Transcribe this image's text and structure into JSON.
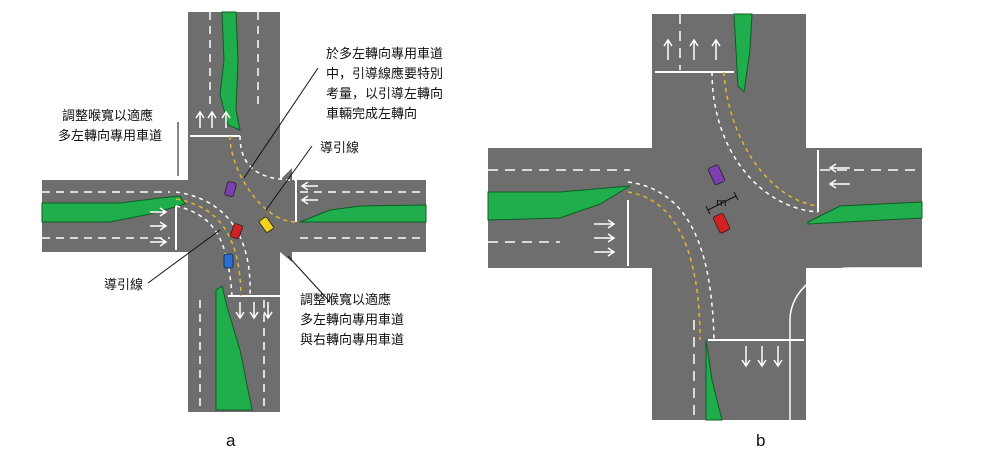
{
  "diagram_a": {
    "caption": "a",
    "label_top_right": [
      "於多左轉向專用車道",
      "中，引導線應要特別",
      "考量，以引導左轉向",
      "車輛完成左轉向"
    ],
    "label_left_top": [
      "調整喉寬以適應",
      "多左轉向專用車道"
    ],
    "label_guide_right": "導引線",
    "label_guide_left": "導引線",
    "label_bottom_right": [
      "調整喉寬以適應",
      "多左轉向專用車道",
      "與右轉向專用車道"
    ]
  },
  "diagram_b": {
    "caption": "b",
    "measure_label": "m"
  },
  "colors": {
    "road": "#6e6e6e",
    "island": "#1fae4b",
    "guide_line": "#e8b62a",
    "marking": "#ffffff",
    "vehicle_purple": "#7b3fb0",
    "vehicle_red": "#d42020",
    "vehicle_yellow": "#f2d21b",
    "vehicle_blue": "#2a6fd6"
  }
}
